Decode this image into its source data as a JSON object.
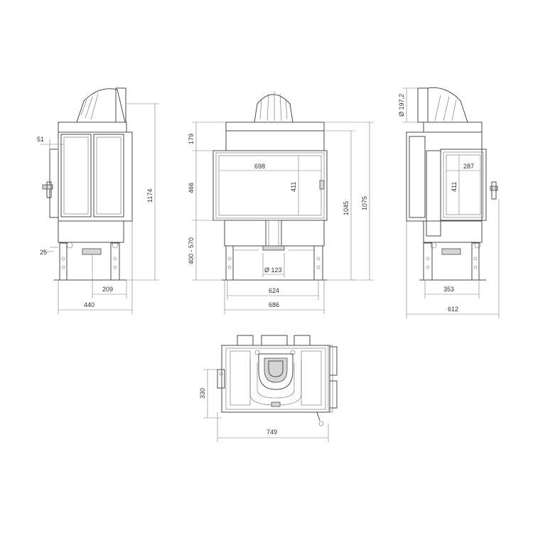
{
  "left_view": {
    "dims": {
      "d51": "51",
      "d25": "25",
      "d209": "209",
      "d440": "440",
      "d1174": "1174"
    }
  },
  "front_view": {
    "dims": {
      "d179": "179",
      "d466": "466",
      "d400_570": "400 - 570",
      "d698": "698",
      "d411": "411",
      "d1045": "1045",
      "d1075": "1075",
      "d123": "Ø 123",
      "d624": "624",
      "d686": "686"
    }
  },
  "right_view": {
    "dims": {
      "d197": "Ø 197,2",
      "d287": "287",
      "d411": "411",
      "d353": "353",
      "d612": "612"
    }
  },
  "top_view": {
    "dims": {
      "d330": "330",
      "d749": "749"
    }
  }
}
